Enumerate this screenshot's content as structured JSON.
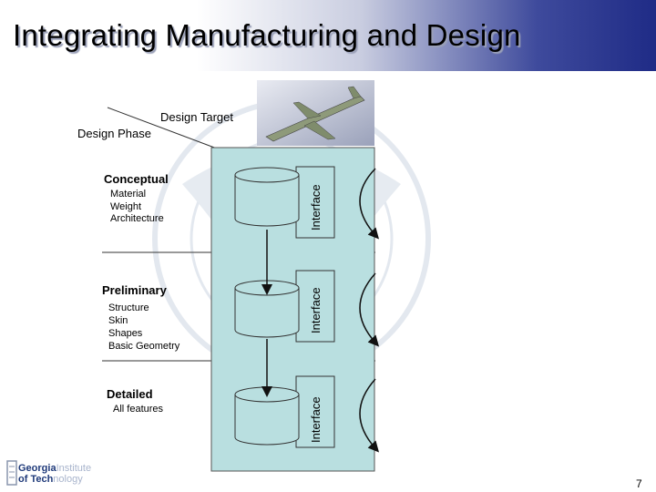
{
  "slide": {
    "title": "Integrating Manufacturing and Design",
    "page_number": "7"
  },
  "diagram": {
    "design_target_label": "Design Target",
    "design_phase_label": "Design Phase",
    "interface_label": "Interface",
    "panel_color": "#b9dfe0",
    "phases": [
      {
        "title": "Conceptual",
        "items": [
          "Material",
          "Weight",
          "Architecture"
        ]
      },
      {
        "title": "Preliminary",
        "items": [
          "Structure",
          "Skin",
          "Shapes",
          "Basic Geometry"
        ]
      },
      {
        "title": "Detailed",
        "items": [
          "All features"
        ]
      }
    ]
  },
  "logo": {
    "line1_bold": "Georgia",
    "line1_faint": "Institute",
    "line2_bold": "of Tech",
    "line2_faint": "nology"
  }
}
